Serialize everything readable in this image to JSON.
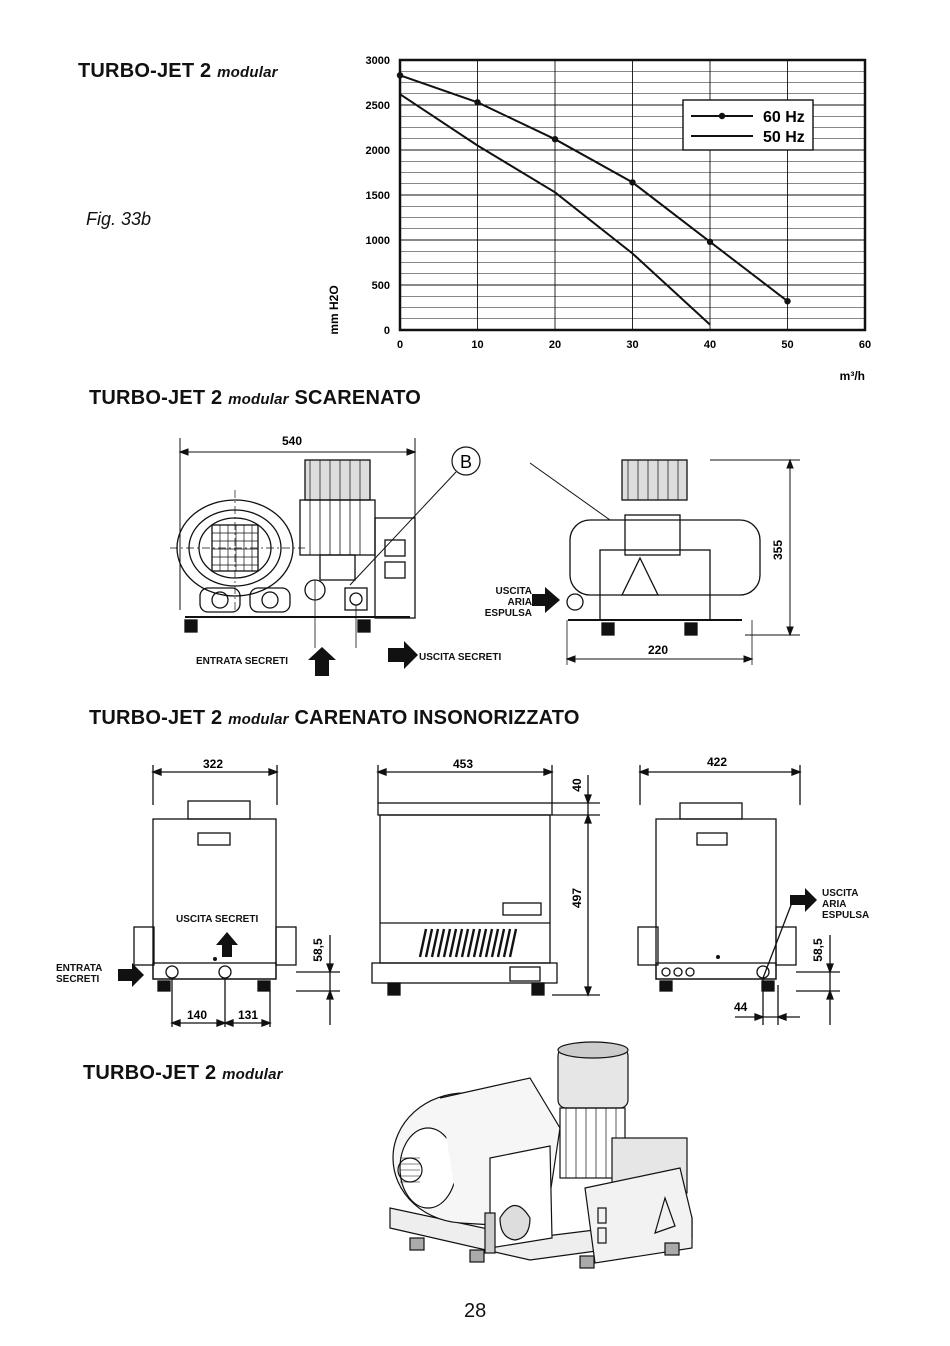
{
  "sections": {
    "s1": {
      "name": "TURBO-JET 2",
      "suffix": "modular",
      "tail": ""
    },
    "s2": {
      "name": "TURBO-JET 2",
      "suffix": "modular",
      "tail": "SCARENATO"
    },
    "s3": {
      "name": "TURBO-JET 2",
      "suffix": "modular",
      "tail": "CARENATO INSONORIZZATO"
    },
    "s4": {
      "name": "TURBO-JET 2",
      "suffix": "modular",
      "tail": ""
    }
  },
  "figure_label": "Fig. 33b",
  "chart_data": {
    "type": "line",
    "xlabel": "m³/h",
    "ylabel": "mm H2O",
    "xlim": [
      0,
      60
    ],
    "ylim": [
      0,
      3000
    ],
    "xticks": [
      "0",
      "10",
      "20",
      "30",
      "40",
      "50",
      "60"
    ],
    "yticks": [
      "0",
      "500",
      "1000",
      "1500",
      "2000",
      "2500",
      "3000"
    ],
    "grid": true,
    "legend": "top-right",
    "series": [
      {
        "name": "60 Hz",
        "markers": true,
        "x": [
          0,
          10,
          20,
          30,
          40,
          50
        ],
        "y": [
          2830,
          2530,
          2120,
          1640,
          980,
          320
        ]
      },
      {
        "name": "50 Hz",
        "markers": false,
        "x": [
          0,
          10,
          20,
          30,
          40
        ],
        "y": [
          2620,
          2050,
          1530,
          850,
          60
        ]
      }
    ]
  },
  "scarenato": {
    "dim_width_front": "540",
    "dim_height_side": "355",
    "dim_width_side": "220",
    "callout": "B",
    "label_inlet": "ENTRATA SECRETI",
    "label_outlet": "USCITA SECRETI",
    "label_exhaust": [
      "USCITA",
      "ARIA",
      "ESPULSA"
    ]
  },
  "carenato": {
    "dim_left_width": "322",
    "dim_mid_width": "453",
    "dim_right_width": "422",
    "dim_top": "40",
    "dim_height": "497",
    "dim_left_h": "58,5",
    "dim_right_h": "58,5",
    "dim_140": "140",
    "dim_131": "131",
    "dim_44": "44",
    "label_outlet": "USCITA SECRETI",
    "label_inlet": [
      "ENTRATA",
      "SECRETI"
    ],
    "label_exhaust": [
      "USCITA",
      "ARIA",
      "ESPULSA"
    ]
  },
  "page_number": "28"
}
